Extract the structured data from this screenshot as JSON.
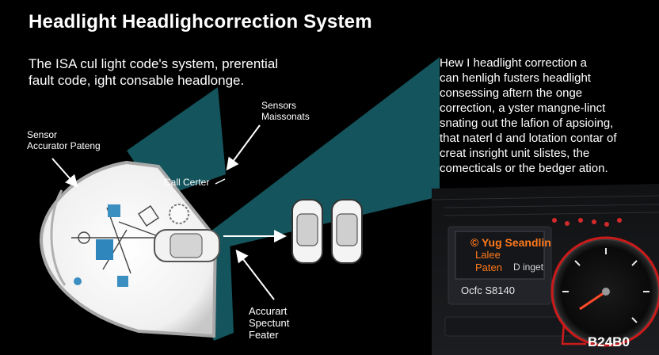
{
  "title": "Headlight Headlighcorrection System",
  "intro": {
    "line1": "The ISA cul light code's system, prerential",
    "line2": "fault code, ight consable headlonge."
  },
  "side_paragraph": {
    "lines": [
      "Hew I headlight correction a",
      "can henligh fusters headlight",
      "consessing aftern the onge",
      "correction, a yster mangne-linct",
      "snating out the lafion of apsioing,",
      "that naterl d and lotation contar of",
      "creat insright unit slistes, the",
      "comecticals or the bedger ation."
    ]
  },
  "labels": {
    "sensors_line1": "Sensors",
    "sensors_line2": "Maissonats",
    "sensor_line1": "Sensor",
    "sensor_line2": "Accurator Pateng",
    "call_center": "Call Certer",
    "accurart_line1": "Accurart",
    "accurart_line2": "Spectunt",
    "accurart_line3": "Feater"
  },
  "dashboard": {
    "line1": "© Yug Seandlin",
    "line2": "Lalee",
    "line3": "Paten",
    "line3_right": "D inget",
    "code_line": "Ocfc S8140",
    "fault_code": "B24B0"
  },
  "colors": {
    "background": "#000000",
    "beam": "#14545c",
    "ring": "#cc1a1a",
    "screen_text": "#ff7a1a",
    "text": "#ffffff"
  }
}
